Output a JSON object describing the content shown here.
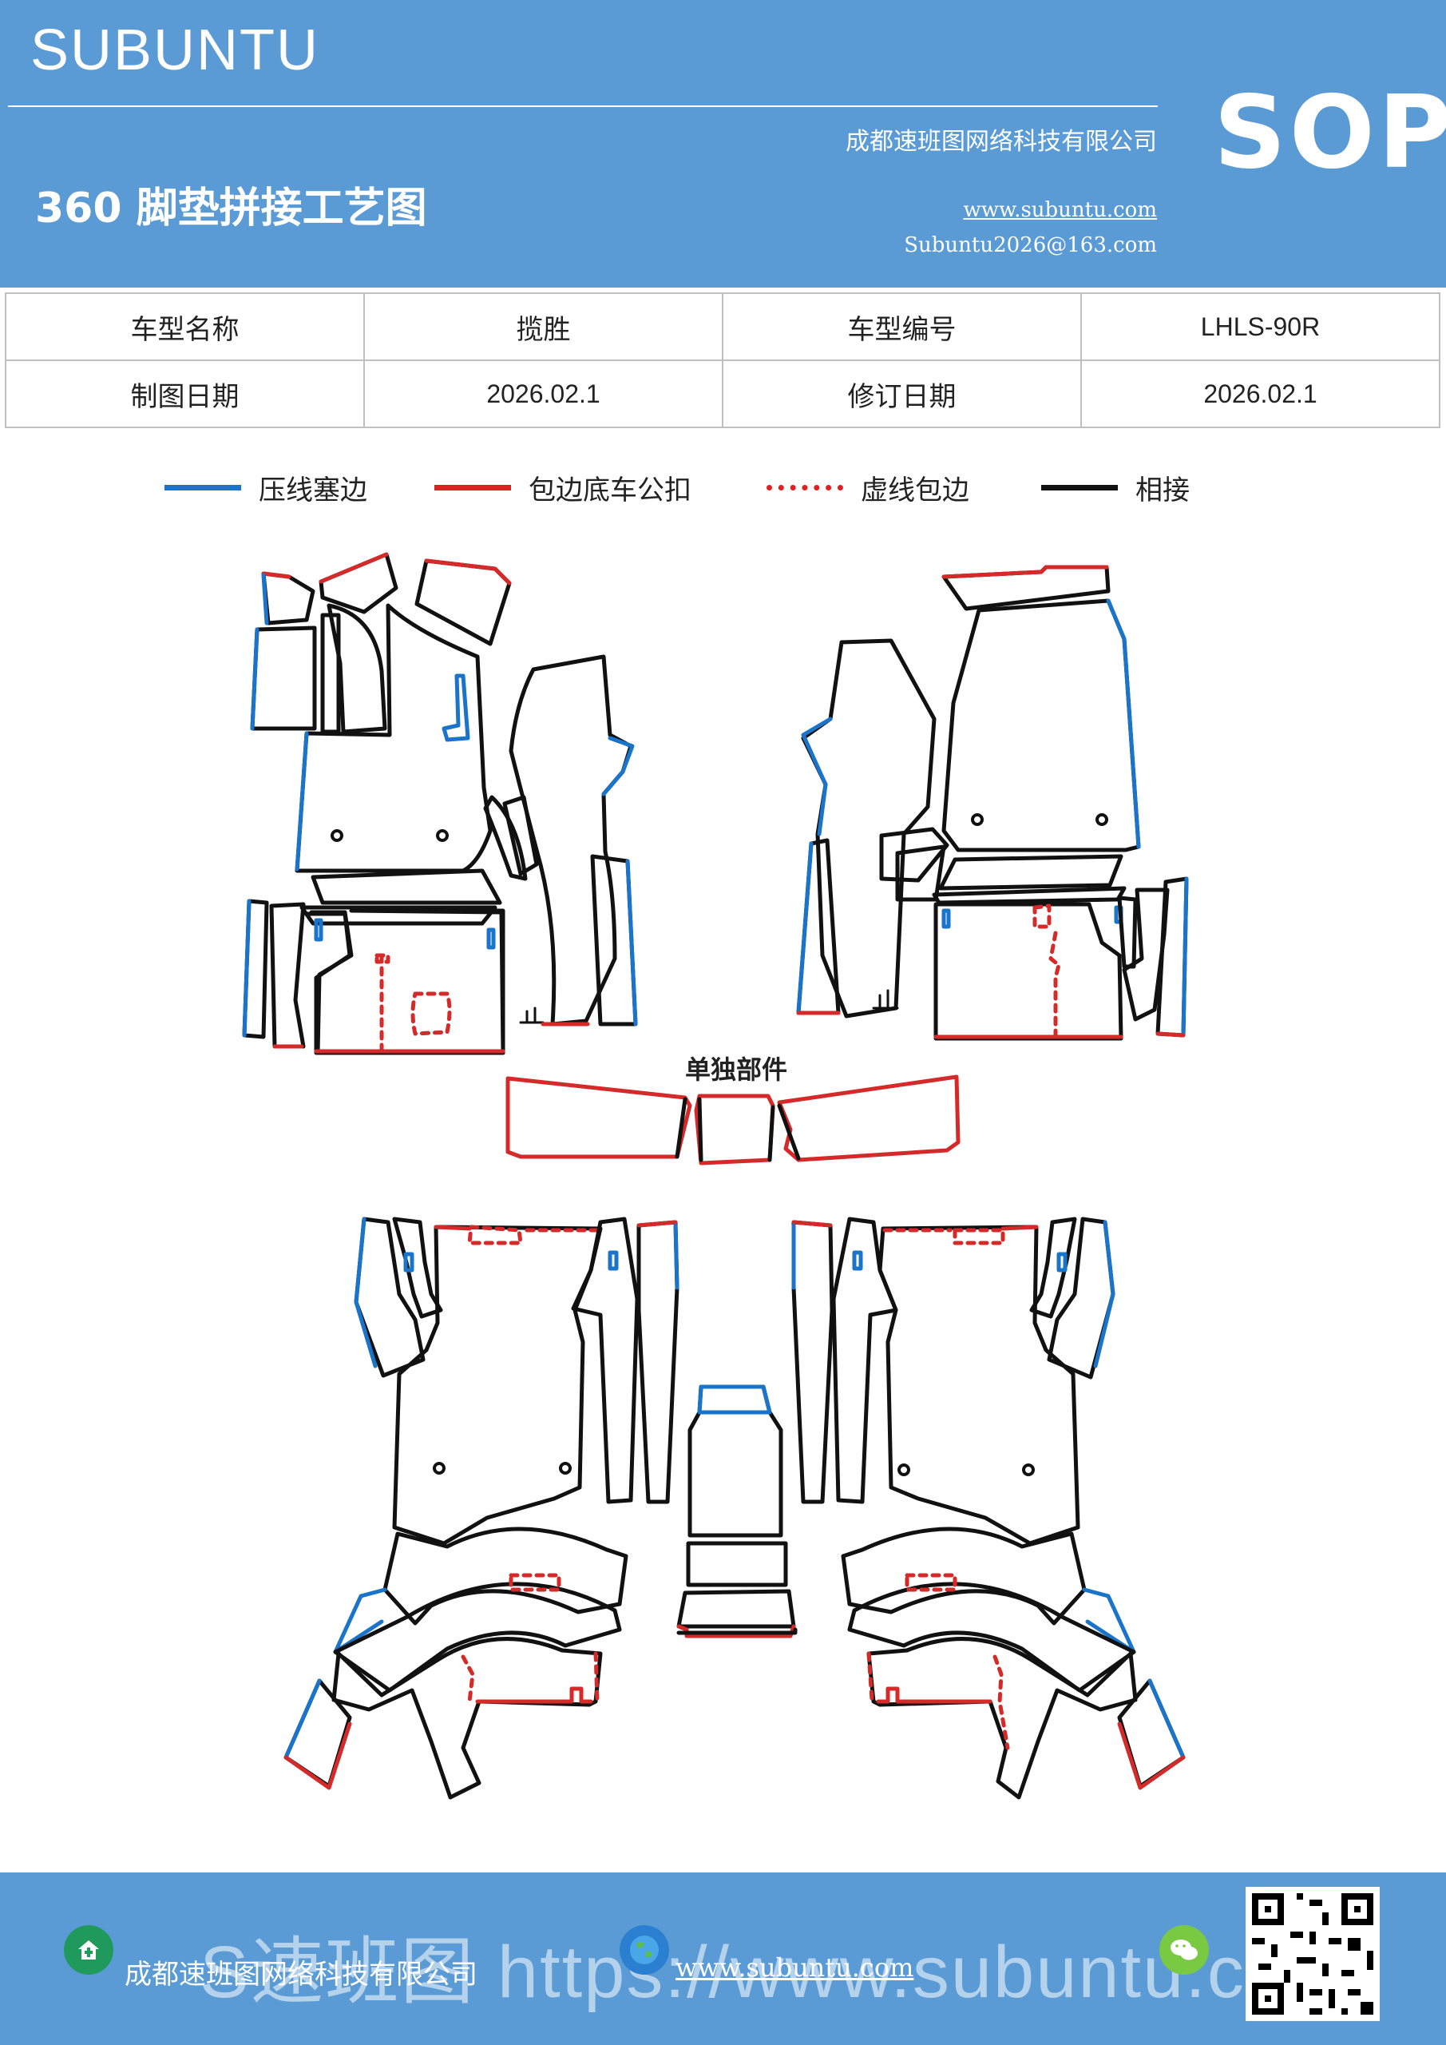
{
  "header": {
    "brand": "SUBUNTU",
    "badge": "SOP",
    "company": "成都速班图网络科技有限公司",
    "title": "360 脚垫拼接工艺图",
    "website": "www.subuntu.com",
    "email": "Subuntu2026@163.com"
  },
  "info_table": {
    "rows": [
      [
        "车型名称",
        "揽胜",
        "车型编号",
        "LHLS-90R"
      ],
      [
        "制图日期",
        "2026.02.1",
        "修订日期",
        "2026.02.1"
      ]
    ]
  },
  "legend": [
    {
      "label": "压线塞边",
      "color": "#1a74c9",
      "style": "solid"
    },
    {
      "label": "包边底车公扣",
      "color": "#e02020",
      "style": "solid"
    },
    {
      "label": "虚线包边",
      "color": "#e02020",
      "style": "dashed"
    },
    {
      "label": "相接",
      "color": "#111111",
      "style": "solid"
    }
  ],
  "diagram": {
    "separate_parts_label": "单独部件",
    "colors": {
      "blue": "#1a74c9",
      "red": "#d42a2a",
      "black": "#111111"
    }
  },
  "footer": {
    "company": "成都速班图网络科技有限公司",
    "website": "www.subuntu.com",
    "watermark": "S速班图 https://www.subuntu.com",
    "icons": [
      "home-icon",
      "globe-icon",
      "wechat-icon"
    ]
  }
}
